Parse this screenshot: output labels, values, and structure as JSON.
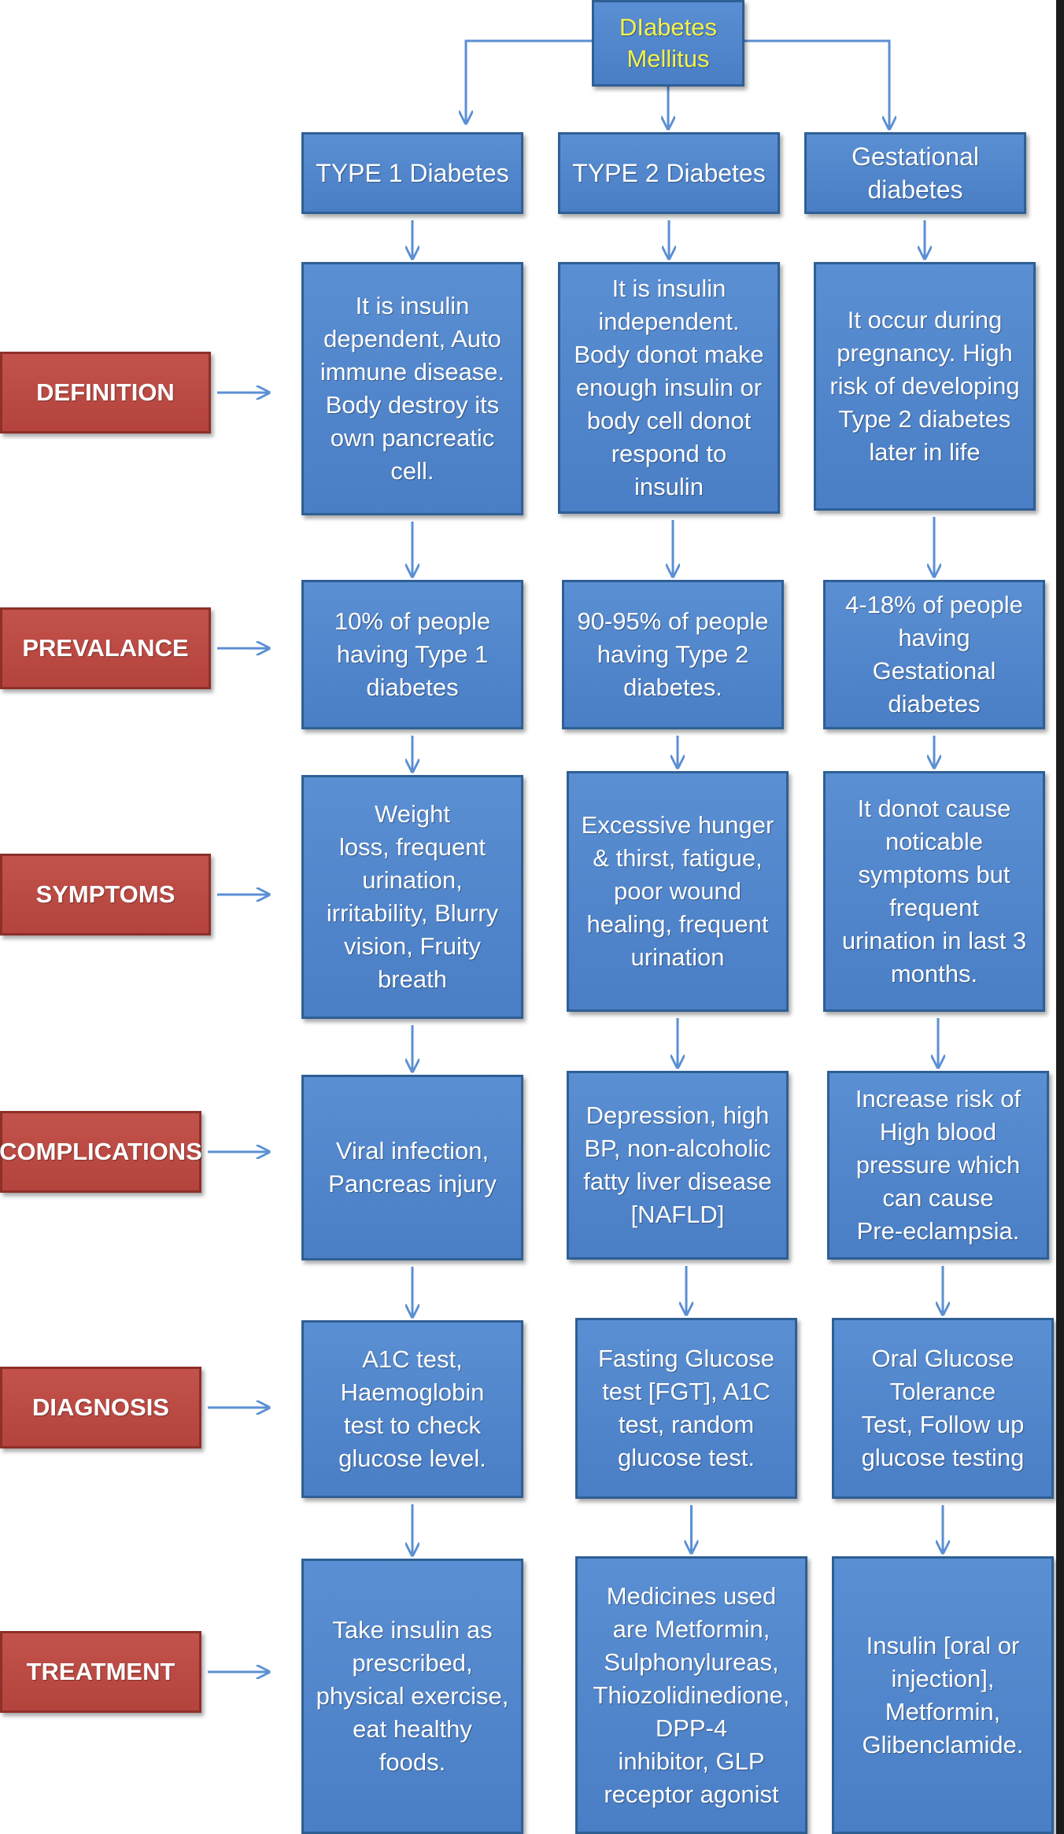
{
  "colors": {
    "box_fill": "#5187cc",
    "box_border": "#2e5f95",
    "label_fill": "#bb4a44",
    "arrow": "#5b8fd3",
    "root_text": "#f5f24a"
  },
  "root": "DIabetes\nMellitus",
  "types": [
    "TYPE 1 Diabetes",
    "TYPE 2 Diabetes",
    "Gestational\ndiabetes"
  ],
  "rows": [
    {
      "label": "DEFINITION",
      "cells": [
        "It is insulin\ndependent, Auto\nimmune disease.\nBody destroy its\nown pancreatic\ncell.",
        "It is insulin\nindependent.\nBody donot make\nenough insulin or\nbody cell donot\nrespond to\ninsulin",
        "It occur during\npregnancy. High\nrisk of developing\nType 2 diabetes\nlater in life"
      ]
    },
    {
      "label": "PREVALANCE",
      "cells": [
        "10% of people\nhaving Type 1\ndiabetes",
        "90-95% of people\nhaving Type 2\ndiabetes.",
        "4-18% of people\nhaving\nGestational\ndiabetes"
      ]
    },
    {
      "label": "SYMPTOMS",
      "cells": [
        "Weight\nloss, frequent\nurination,\nirritability, Blurry\nvision, Fruity\nbreath",
        "Excessive hunger\n& thirst, fatigue,\npoor wound\nhealing, frequent\nurination",
        "It donot cause\nnoticable\nsymptoms but\nfrequent\nurination in last 3\nmonths."
      ]
    },
    {
      "label": "COMPLICATIONS",
      "cells": [
        "Viral infection,\nPancreas injury",
        "Depression, high\nBP, non-alcoholic\nfatty liver disease\n[NAFLD]",
        "Increase risk of\nHigh blood\npressure which\ncan cause\nPre-eclampsia."
      ]
    },
    {
      "label": "DIAGNOSIS",
      "cells": [
        "A1C test,\nHaemoglobin\ntest to check\nglucose level.",
        "Fasting Glucose\ntest [FGT], A1C\ntest, random\nglucose test.",
        "Oral Glucose\nTolerance\nTest, Follow up\nglucose testing"
      ]
    },
    {
      "label": "TREATMENT",
      "cells": [
        "Take insulin as\nprescribed,\nphysical exercise,\neat healthy\nfoods.",
        "Medicines used\nare Metformin,\nSulphonylureas,\nThiozolidinedione,\nDPP-4\ninhibitor, GLP\nreceptor agonist",
        "Insulin [oral or\ninjection],\nMetformin,\nGlibenclamide."
      ]
    }
  ]
}
